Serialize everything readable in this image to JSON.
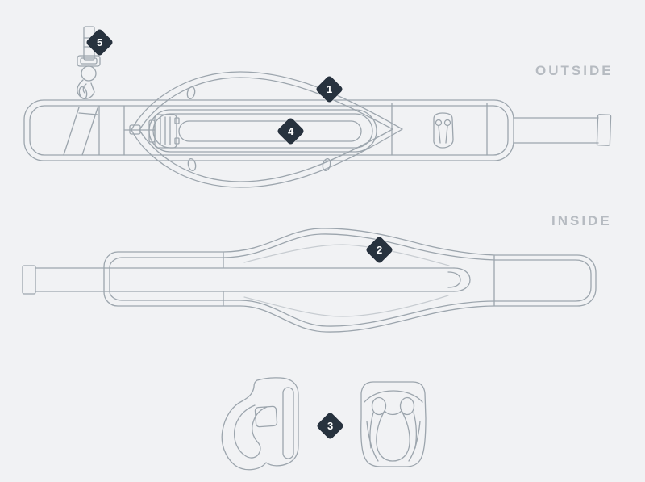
{
  "colors": {
    "bg": "#f1f2f4",
    "line": "#9ca5ad",
    "line_light": "#c7ccd1",
    "marker_bg": "#27323e",
    "marker_text": "#ffffff",
    "label_text": "#b6bbc1"
  },
  "labels": {
    "outside": "OUTSIDE",
    "inside": "INSIDE"
  },
  "markers": [
    {
      "label": "1"
    },
    {
      "label": "2"
    },
    {
      "label": "3"
    },
    {
      "label": "4"
    },
    {
      "label": "5"
    }
  ]
}
